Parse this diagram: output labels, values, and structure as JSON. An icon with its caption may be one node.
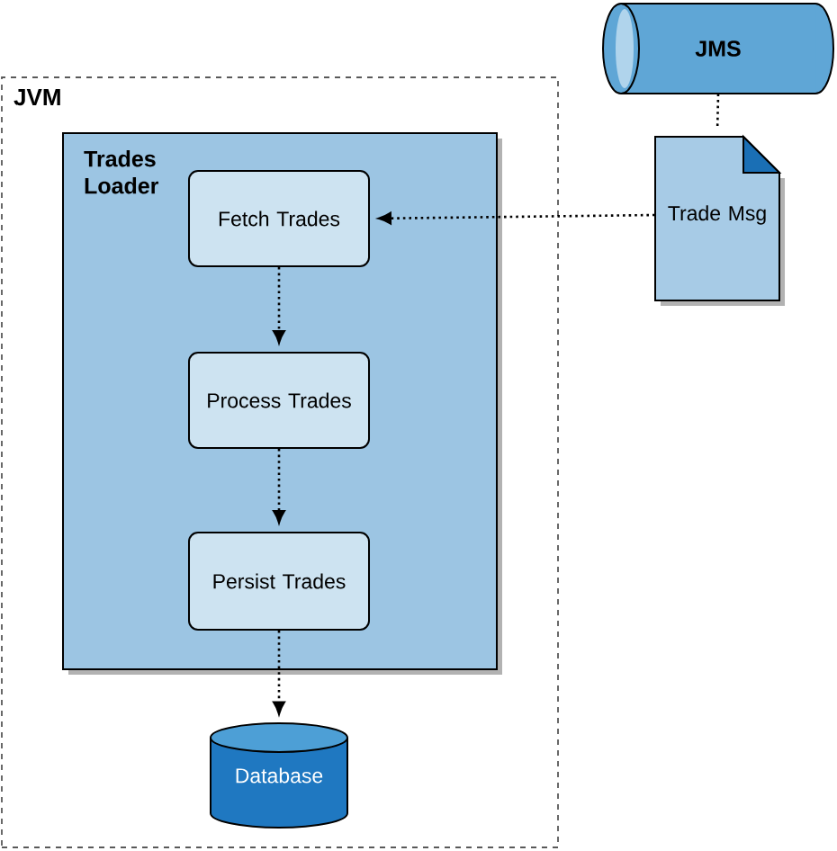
{
  "diagram": {
    "nodes": [
      {
        "text": [
          "JVM"
        ]
      },
      {
        "text": [
          "Trades Loader"
        ],
        "in": 0
      },
      {
        "text": [
          "Fetch Trades"
        ],
        "in": 1
      },
      {
        "text": [
          "Process Trades"
        ],
        "in": 1
      },
      {
        "text": [
          "Persist Trades"
        ],
        "in": 1
      },
      {
        "text": [
          "Database"
        ],
        "in": 0
      },
      {
        "text": [
          "JMS"
        ]
      },
      {
        "text": [
          "Trade Msg"
        ]
      }
    ],
    "edges": [
      {
        "from": 7,
        "to": 2,
        "arrow": "to"
      },
      {
        "from": 2,
        "to": 3,
        "arrow": "to"
      },
      {
        "from": 3,
        "to": 4,
        "arrow": "to"
      },
      {
        "from": 4,
        "to": 5,
        "arrow": "to"
      },
      {
        "from": 6,
        "to": 7,
        "arrow": "none"
      }
    ]
  }
}
